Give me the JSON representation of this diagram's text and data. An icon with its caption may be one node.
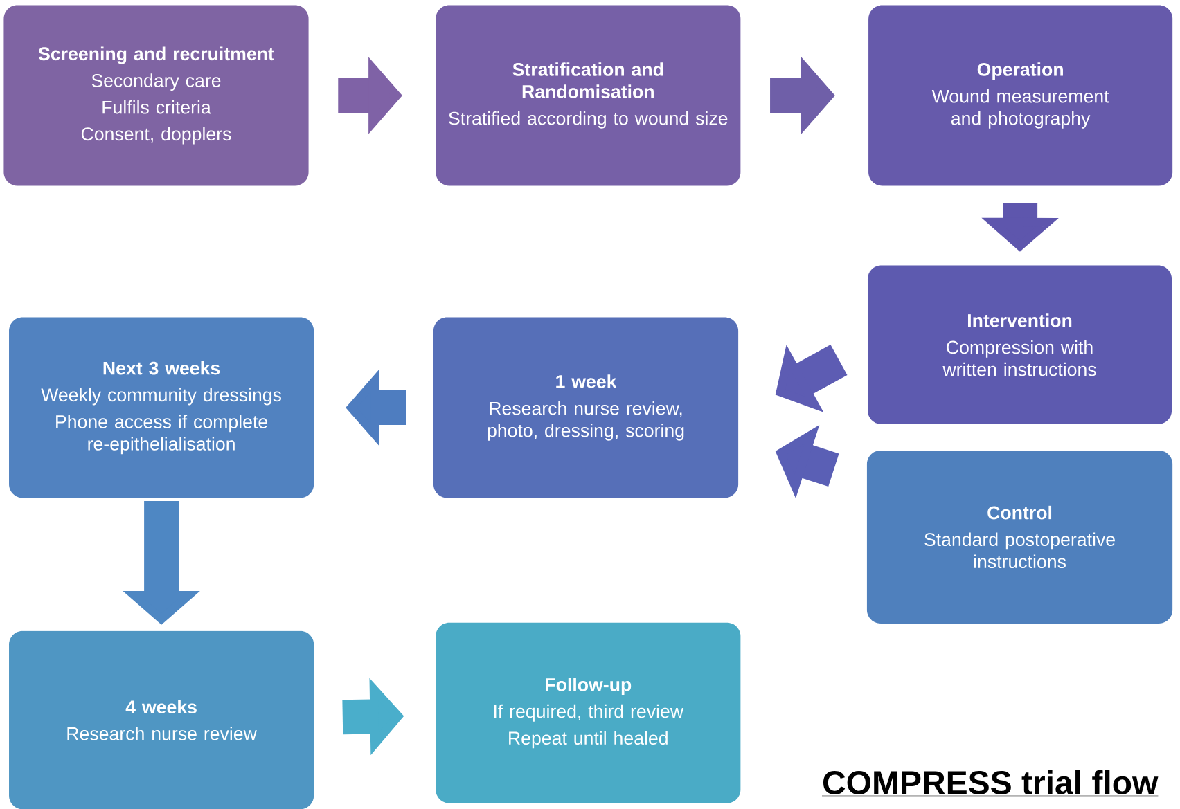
{
  "diagram": {
    "title": "COMPRESS trial flow",
    "nodes": [
      {
        "text": [
          "Screening and recruitment",
          "Secondary care",
          "Fulfils criteria",
          "Consent, dopplers"
        ]
      },
      {
        "text": [
          "Stratification and Randomisation",
          "Stratified according to wound size"
        ]
      },
      {
        "text": [
          "Operation",
          "Wound measurement and photography"
        ]
      },
      {
        "text": [
          "Intervention",
          "Compression with written instructions"
        ]
      },
      {
        "text": [
          "Control",
          "Standard postoperative instructions"
        ]
      },
      {
        "text": [
          "1 week",
          "Research nurse review, photo, dressing, scoring"
        ]
      },
      {
        "text": [
          "Next 3 weeks",
          "Weekly community dressings",
          "Phone access if complete re-epithelialisation"
        ]
      },
      {
        "text": [
          "4 weeks",
          "Research nurse review"
        ]
      },
      {
        "text": [
          "Follow-up",
          "If required, third review",
          "Repeat until healed"
        ]
      }
    ],
    "edges": [
      {
        "from": 0,
        "to": 1,
        "arrow": "to",
        "color": "#7f62a6"
      },
      {
        "from": 1,
        "to": 2,
        "arrow": "to",
        "color": "#6f5fa8"
      },
      {
        "from": 2,
        "to": 3,
        "arrow": "to",
        "color": "#5e56ad"
      },
      {
        "from": 3,
        "to": 5,
        "arrow": "to",
        "color": "#5d5cb3"
      },
      {
        "from": 4,
        "to": 5,
        "arrow": "to",
        "color": "#5a5fb5"
      },
      {
        "from": 5,
        "to": 6,
        "arrow": "to",
        "color": "#4e7dc0"
      },
      {
        "from": 6,
        "to": 7,
        "arrow": "to",
        "color": "#4e87c3"
      },
      {
        "from": 7,
        "to": 8,
        "arrow": "to",
        "color": "#4aaecb"
      }
    ]
  }
}
